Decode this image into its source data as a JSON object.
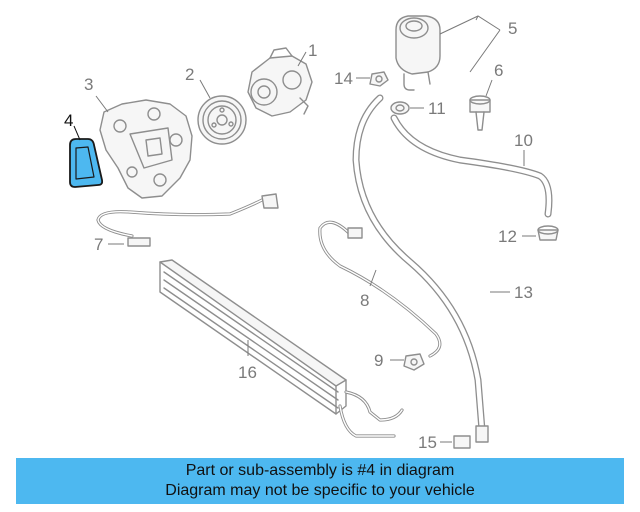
{
  "callouts": {
    "c1": "1",
    "c2": "2",
    "c3": "3",
    "c4": "4",
    "c5": "5",
    "c6": "6",
    "c7": "7",
    "c8": "8",
    "c9": "9",
    "c10": "10",
    "c11": "11",
    "c12": "12",
    "c13": "13",
    "c14": "14",
    "c15": "15",
    "c16": "16"
  },
  "highlight": {
    "part": "4",
    "color": "#4db8f0"
  },
  "banner": {
    "line1": "Part or sub-assembly is #4 in diagram",
    "line2": "Diagram may not be specific to your vehicle",
    "background": "#4db8f0"
  }
}
